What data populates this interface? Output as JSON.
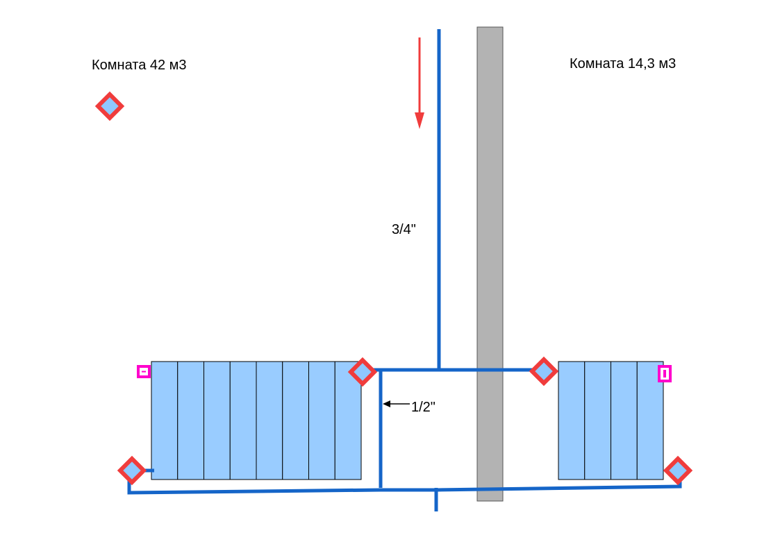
{
  "room_left": {
    "label": "Комната 42 м3",
    "radiator_sections": 8
  },
  "room_right": {
    "label": "Комната 14,3 м3",
    "radiator_sections": 4
  },
  "pipe_main_label": "3/4\"",
  "pipe_branch_label": "1/2\"",
  "colors": {
    "pipe": "#1565c8",
    "flow_arrow": "#f03c3c",
    "valve": "#f03c3c",
    "valve_fill": "#8fc8ff",
    "air_vent": "#ff00cc",
    "radiator_fill": "#99ccff",
    "wall": "#b3b3b3"
  }
}
